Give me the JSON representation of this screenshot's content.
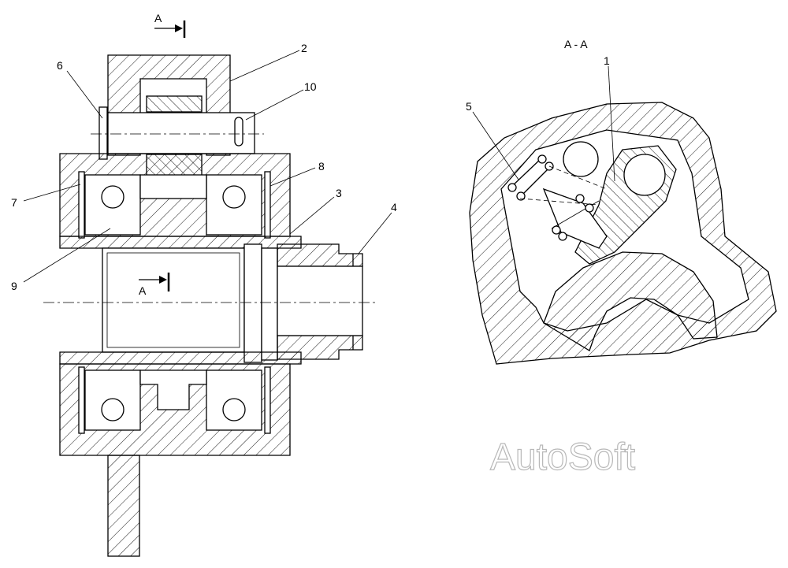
{
  "section": {
    "marker_letter": "A",
    "view_title": "A - A"
  },
  "callouts": [
    "1",
    "2",
    "3",
    "4",
    "5",
    "6",
    "7",
    "8",
    "9",
    "10"
  ],
  "watermark": "AutoSoft"
}
